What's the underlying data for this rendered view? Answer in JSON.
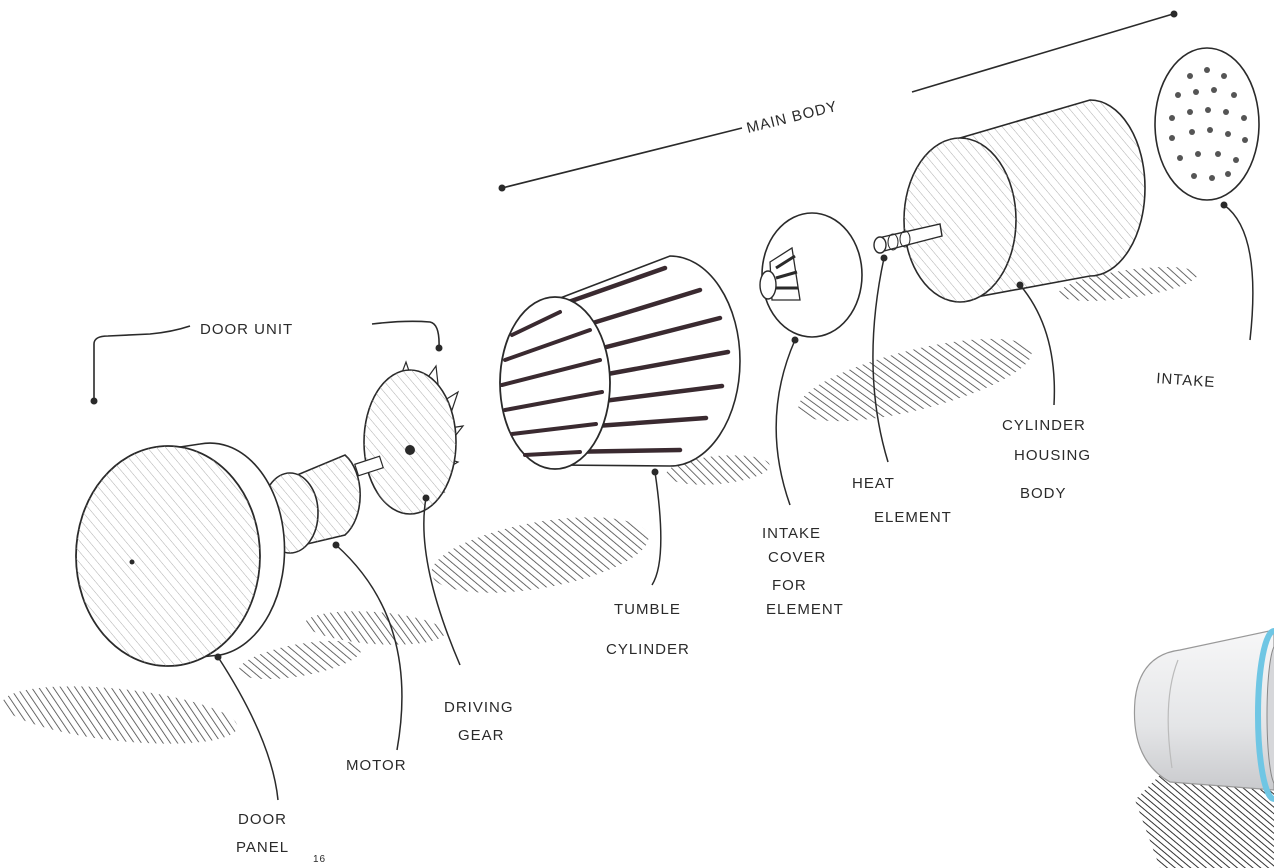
{
  "groups": {
    "main_body": "MAIN BODY",
    "door_unit": "DOOR UNIT"
  },
  "labels": {
    "intake": "INTAKE",
    "cylinder_housing_1": "CYLINDER",
    "cylinder_housing_2": "HOUSING",
    "cylinder_housing_3": "BODY",
    "heat_element_1": "HEAT",
    "heat_element_2": "ELEMENT",
    "intake_cover_1": "INTAKE",
    "intake_cover_2": "COVER",
    "intake_cover_3": "FOR",
    "intake_cover_4": "ELEMENT",
    "tumble_cylinder_1": "TUMBLE",
    "tumble_cylinder_2": "CYLINDER",
    "driving_gear_1": "DRIVING",
    "driving_gear_2": "GEAR",
    "motor": "MOTOR",
    "door_panel_1": "DOOR",
    "door_panel_2": "PANEL",
    "page_number": "16"
  },
  "colors": {
    "ink": "#2a2a2a",
    "shadow": "#555555",
    "accent_blue": "#6fc6e4",
    "render_body": "#e9eaec"
  }
}
